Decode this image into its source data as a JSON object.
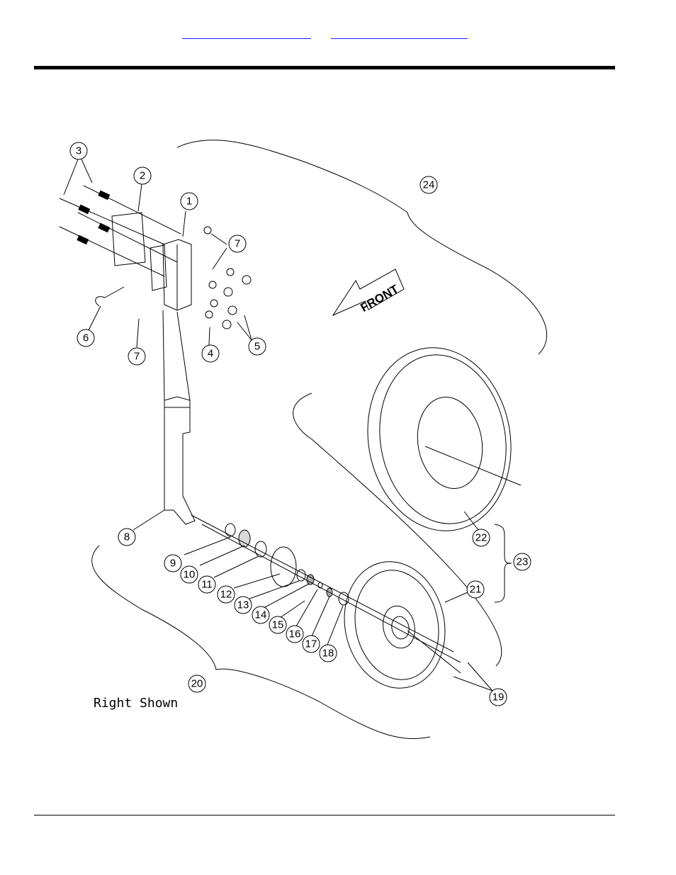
{
  "header": {
    "links": [
      {
        "label": ""
      },
      {
        "label": ""
      }
    ]
  },
  "diagram": {
    "callouts": [
      "1",
      "2",
      "3",
      "4",
      "5",
      "6",
      "7",
      "7",
      "8",
      "9",
      "10",
      "11",
      "12",
      "13",
      "14",
      "15",
      "16",
      "17",
      "18",
      "19",
      "20",
      "21",
      "22",
      "23",
      "24"
    ],
    "direction_label": "FRONT",
    "note": "Right Shown"
  },
  "colors": {
    "link": "#1a1aff",
    "ink": "#000000"
  }
}
